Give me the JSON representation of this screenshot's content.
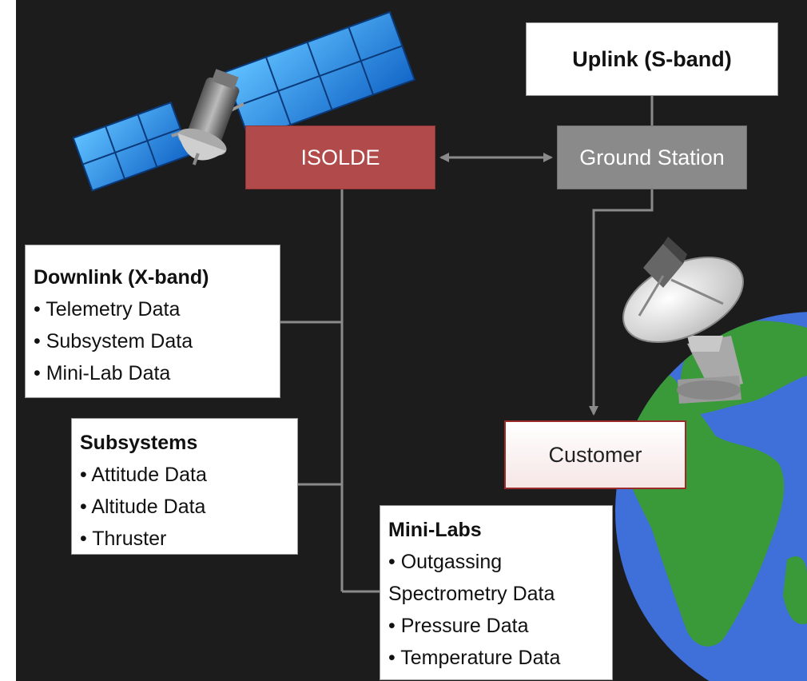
{
  "nodes": {
    "isolde": "ISOLDE",
    "ground_station": "Ground Station",
    "uplink": "Uplink (S-band)",
    "customer": "Customer"
  },
  "downlink": {
    "title": "Downlink (X-band)",
    "items": [
      "• Telemetry Data",
      "• Subsystem Data",
      "• Mini-Lab Data"
    ]
  },
  "subsystems": {
    "title": "Subsystems",
    "items": [
      "• Attitude Data",
      "• Altitude Data",
      "• Thruster"
    ]
  },
  "minilabs": {
    "title": "Mini-Labs",
    "items": [
      "• Outgassing",
      "Spectrometry Data",
      "• Pressure Data",
      "• Temperature Data"
    ]
  },
  "icons": [
    "satellite-icon",
    "satellite-dish-icon",
    "earth-globe-icon"
  ],
  "colors": {
    "background": "#1c1c1c",
    "isolde": "#b14b4b",
    "ground_station": "#8a8a8a",
    "customer_border": "#9b2a2a",
    "connector": "#8a8a8a",
    "ocean": "#3f6fd8",
    "land": "#3a9a3a"
  }
}
